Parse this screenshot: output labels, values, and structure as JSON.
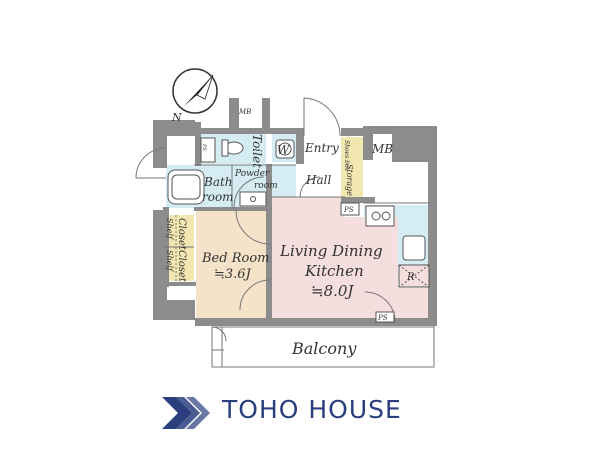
{
  "compass": {
    "label": "N"
  },
  "rooms": {
    "mb_top": "MB",
    "mb_right": "MB",
    "toilet": "Toilet",
    "w": "W",
    "entry": "Entry",
    "shoes_box": "Shoes box",
    "storage": "Storage",
    "hall": "Hall",
    "bath": [
      "Bath",
      "room"
    ],
    "powder": [
      "Powder",
      "room"
    ],
    "ps_left": "PS",
    "ps_hall": "PS",
    "ps_bottom": "PS",
    "closet_1": "Closet",
    "shelf_1": "Shelf",
    "closet_2": "Closet",
    "shelf_2": "Shelf",
    "bed_room": [
      "Bed Room",
      "≒3.6J"
    ],
    "ldk": [
      "Living Dining",
      "Kitchen",
      "≒8.0J"
    ],
    "r": "R",
    "balcony": "Balcony"
  },
  "logo": {
    "text": "TOHO HOUSE"
  },
  "colors": {
    "wall": "#8c8c8c",
    "wet_area": "#d5ecf3",
    "bedroom": "#f4e3c9",
    "ldk": "#f5dede",
    "storage": "#f2e7b0",
    "logo": "#2b3f7f"
  }
}
